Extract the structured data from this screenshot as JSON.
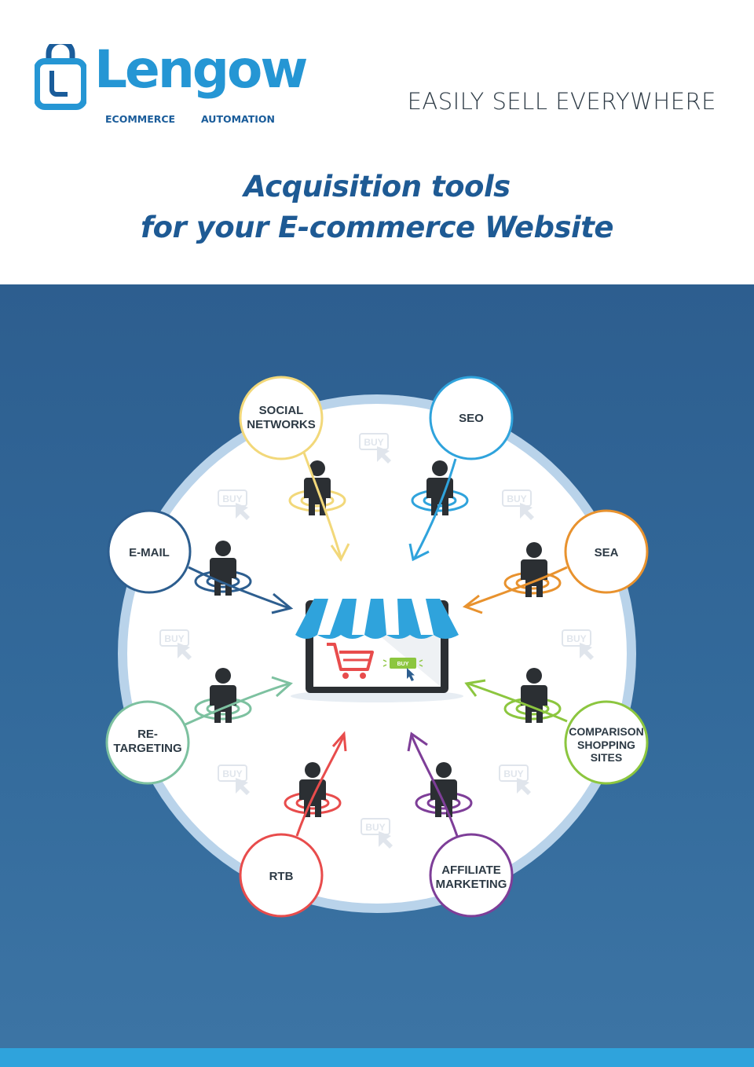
{
  "header": {
    "logo": {
      "wordmark": "Lengow",
      "subtitle_left": "ECOMMERCE",
      "subtitle_right": "AUTOMATION"
    },
    "tagline": "EASILY SELL EVERYWHERE",
    "title_line1": "Acquisition tools",
    "title_line2": "for your E-commerce Website"
  },
  "diagram": {
    "center": {
      "button_label": "BUY",
      "icon": "shop-storefront-icon"
    },
    "watermark_text": "BUY",
    "channels": [
      {
        "id": "social",
        "lines": [
          "SOCIAL",
          "NETWORKS"
        ],
        "color": "#f2d87a"
      },
      {
        "id": "seo",
        "lines": [
          "SEO"
        ],
        "color": "#2fa3dc"
      },
      {
        "id": "sea",
        "lines": [
          "SEA"
        ],
        "color": "#e8922e"
      },
      {
        "id": "email",
        "lines": [
          "E-MAIL"
        ],
        "color": "#2d5e8f"
      },
      {
        "id": "retargeting",
        "lines": [
          "RE-",
          "TARGETING"
        ],
        "color": "#7dc1a0"
      },
      {
        "id": "comparison",
        "lines": [
          "COMPARISON",
          "SHOPPING",
          "SITES"
        ],
        "color": "#8cc63f"
      },
      {
        "id": "rtb",
        "lines": [
          "RTB"
        ],
        "color": "#e84c4c"
      },
      {
        "id": "affiliate",
        "lines": [
          "AFFILIATE",
          "MARKETING"
        ],
        "color": "#7e3e98"
      }
    ]
  },
  "colors": {
    "brand_blue": "#2596d4",
    "title_blue": "#1e5a94",
    "scene_bg": "#2d5e8f",
    "ring": "#b9d3ea",
    "footer_bar": "#2fa3dc"
  }
}
